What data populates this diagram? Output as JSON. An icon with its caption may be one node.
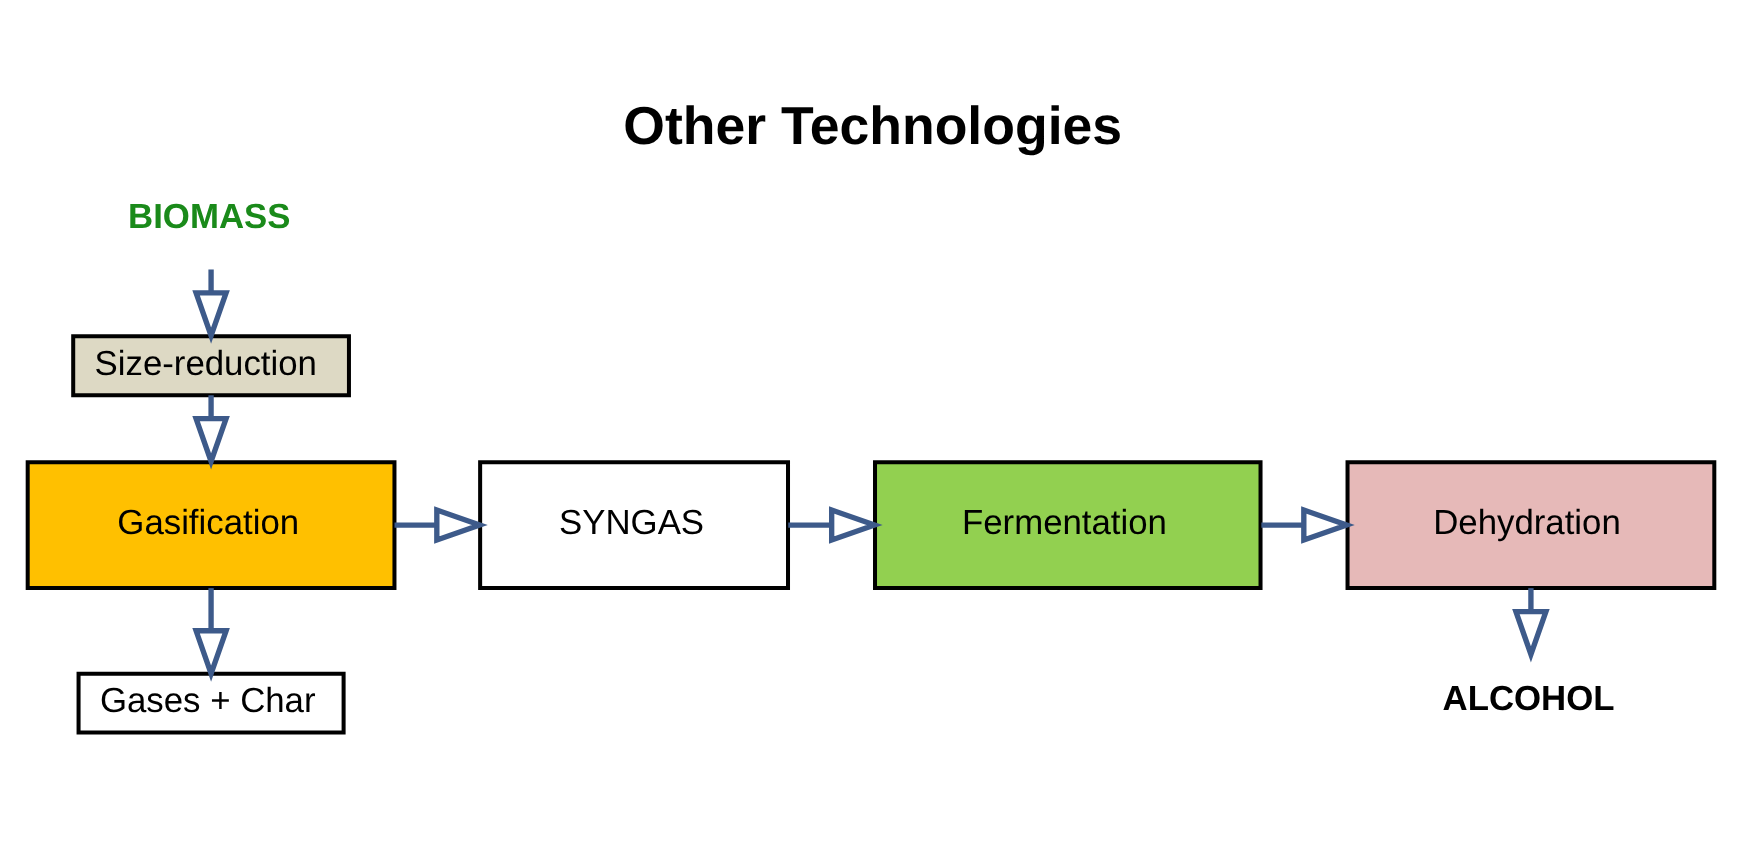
{
  "diagram": {
    "title": "Other Technologies",
    "nodes": [
      {
        "text": [
          "BIOMASS"
        ]
      },
      {
        "text": [
          "Size-reduction"
        ]
      },
      {
        "text": [
          "Gasification"
        ]
      },
      {
        "text": [
          "Gases + Char"
        ]
      },
      {
        "text": [
          "SYNGAS"
        ]
      },
      {
        "text": [
          "Fermentation"
        ]
      },
      {
        "text": [
          "Dehydration"
        ]
      },
      {
        "text": [
          "ALCOHOL"
        ]
      }
    ],
    "edges": [
      {
        "from": 0,
        "to": 1,
        "arrow": "to"
      },
      {
        "from": 1,
        "to": 2,
        "arrow": "to"
      },
      {
        "from": 2,
        "to": 3,
        "arrow": "to"
      },
      {
        "from": 2,
        "to": 4,
        "arrow": "to"
      },
      {
        "from": 4,
        "to": 5,
        "arrow": "to"
      },
      {
        "from": 5,
        "to": 6,
        "arrow": "to"
      },
      {
        "from": 6,
        "to": 7,
        "arrow": "to"
      }
    ]
  }
}
